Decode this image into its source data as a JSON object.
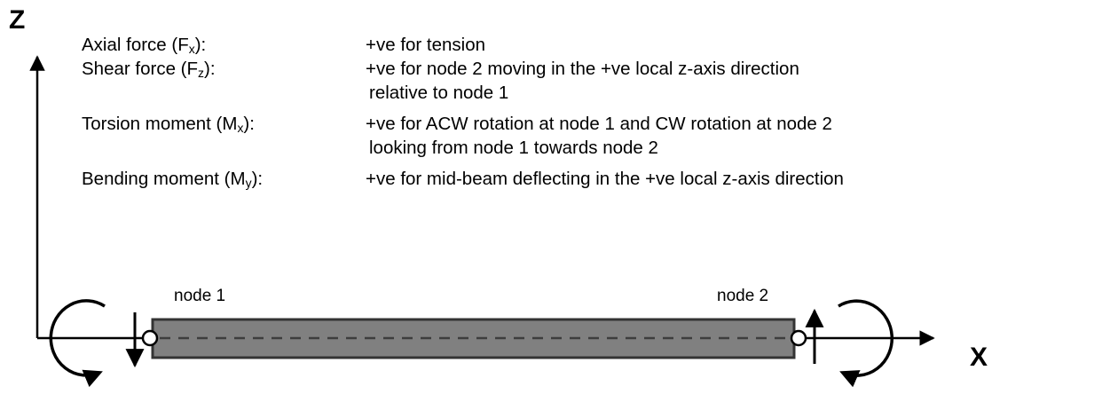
{
  "axes": {
    "z_label": "Z",
    "x_label": "X"
  },
  "definitions": [
    {
      "term": "Axial force (F",
      "term_sub": "x",
      "term_tail": "):",
      "lines": [
        "+ve for tension"
      ]
    },
    {
      "term": "Shear force (F",
      "term_sub": "z",
      "term_tail": "):",
      "lines": [
        "+ve for node 2 moving in the +ve local z-axis direction",
        "relative to node 1"
      ]
    },
    {
      "term": "Torsion moment (M",
      "term_sub": "x",
      "term_tail": "):",
      "lines": [
        "+ve for ACW rotation at node 1 and CW rotation at node 2",
        "looking from node 1 towards node 2"
      ]
    },
    {
      "term": "Bending moment (M",
      "term_sub": "y",
      "term_tail": "):",
      "lines": [
        "+ve for mid-beam deflecting in the +ve local z-axis direction"
      ]
    }
  ],
  "beam": {
    "node_1_label": "node 1",
    "node_2_label": "node 2",
    "fill_color": "#808080",
    "border_color": "#333333",
    "centerline_style": "dashed"
  },
  "diagram_type": "beam-sign-convention"
}
